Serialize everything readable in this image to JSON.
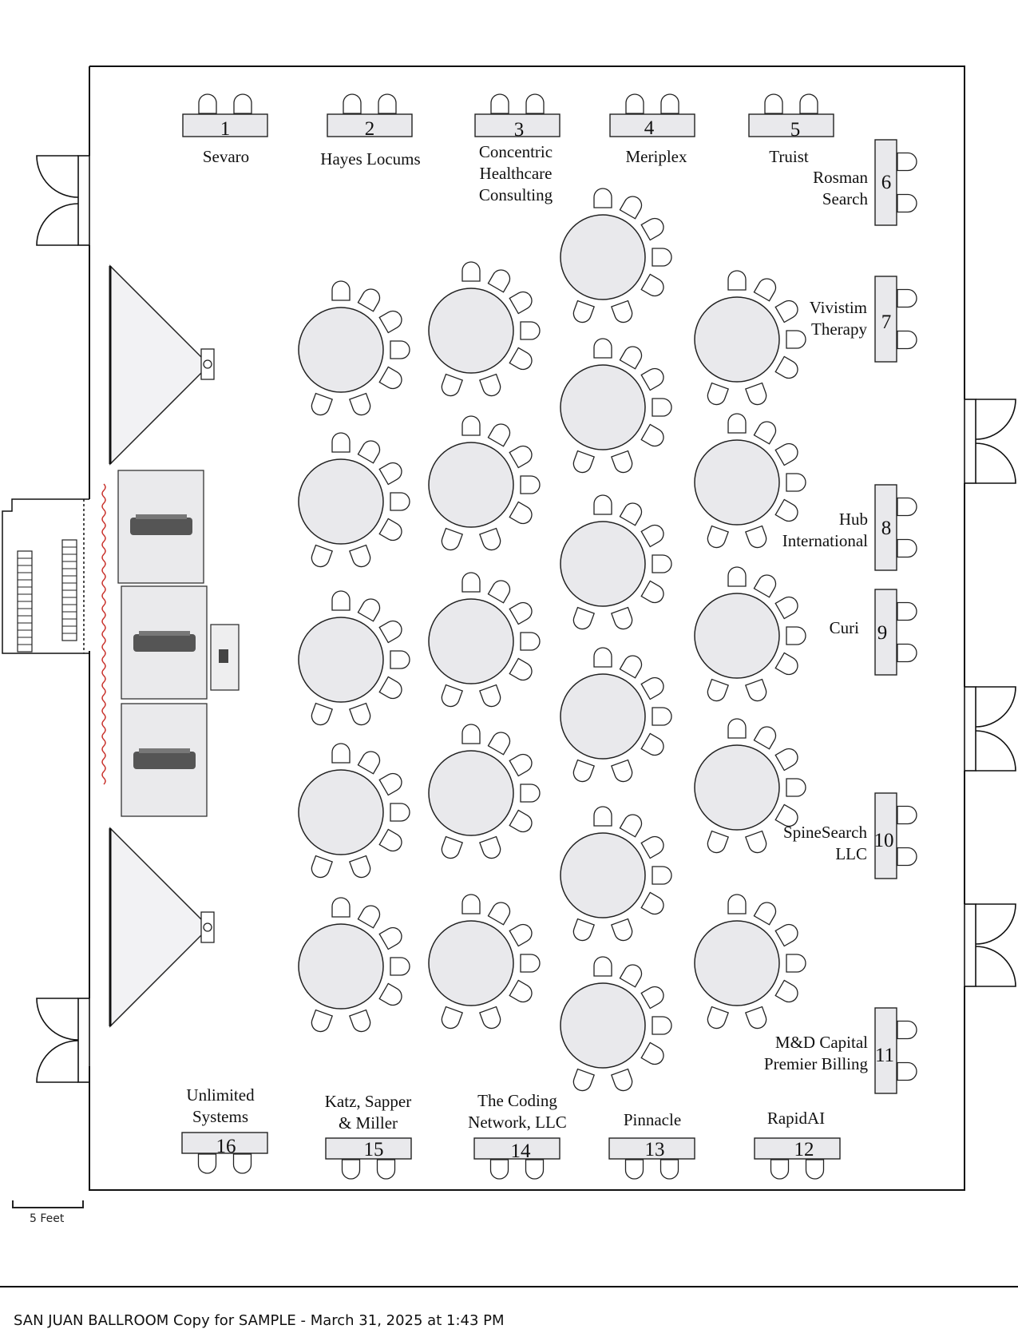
{
  "footer": {
    "title": "SAN JUAN BALLROOM Copy for SAMPLE - March 31, 2025 at 1:43 PM"
  },
  "scale": {
    "label": "5 Feet"
  },
  "booths": [
    {
      "number": "1",
      "name": [
        "Sevaro"
      ]
    },
    {
      "number": "2",
      "name": [
        "Hayes Locums"
      ]
    },
    {
      "number": "3",
      "name": [
        "Concentric",
        "Healthcare",
        "Consulting"
      ]
    },
    {
      "number": "4",
      "name": [
        "Meriplex"
      ]
    },
    {
      "number": "5",
      "name": [
        "Truist"
      ]
    },
    {
      "number": "6",
      "name": [
        "Rosman",
        "Search"
      ]
    },
    {
      "number": "7",
      "name": [
        "Vivistim",
        "Therapy"
      ]
    },
    {
      "number": "8",
      "name": [
        "Hub",
        "International"
      ]
    },
    {
      "number": "9",
      "name": [
        "Curi"
      ]
    },
    {
      "number": "10",
      "name": [
        "SpineSearch",
        "LLC"
      ]
    },
    {
      "number": "11",
      "name": [
        "M&D Capital",
        "Premier Billing"
      ]
    },
    {
      "number": "12",
      "name": [
        "RapidAI"
      ]
    },
    {
      "number": "13",
      "name": [
        "Pinnacle"
      ]
    },
    {
      "number": "14",
      "name": [
        "The Coding",
        "Network, LLC"
      ]
    },
    {
      "number": "15",
      "name": [
        "Katz, Sapper",
        "& Miller"
      ]
    },
    {
      "number": "16",
      "name": [
        "Unlimited",
        "Systems"
      ]
    }
  ]
}
